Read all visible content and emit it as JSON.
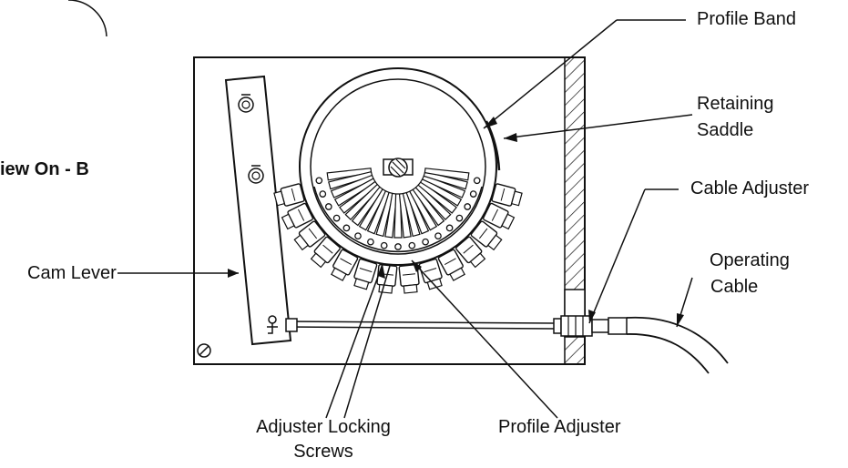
{
  "diagram": {
    "view_label": "iew On - B",
    "labels": {
      "profile_band": "Profile Band",
      "retaining_saddle": [
        "Retaining",
        "Saddle"
      ],
      "cable_adjuster": "Cable Adjuster",
      "operating_cable": [
        "Operating",
        "Cable"
      ],
      "cam_lever": "Cam Lever",
      "adjuster_locking_screws": [
        "Adjuster Locking",
        "Screws"
      ],
      "profile_adjuster": "Profile Adjuster"
    },
    "colors": {
      "ink": "#111111",
      "background": "#ffffff"
    }
  }
}
